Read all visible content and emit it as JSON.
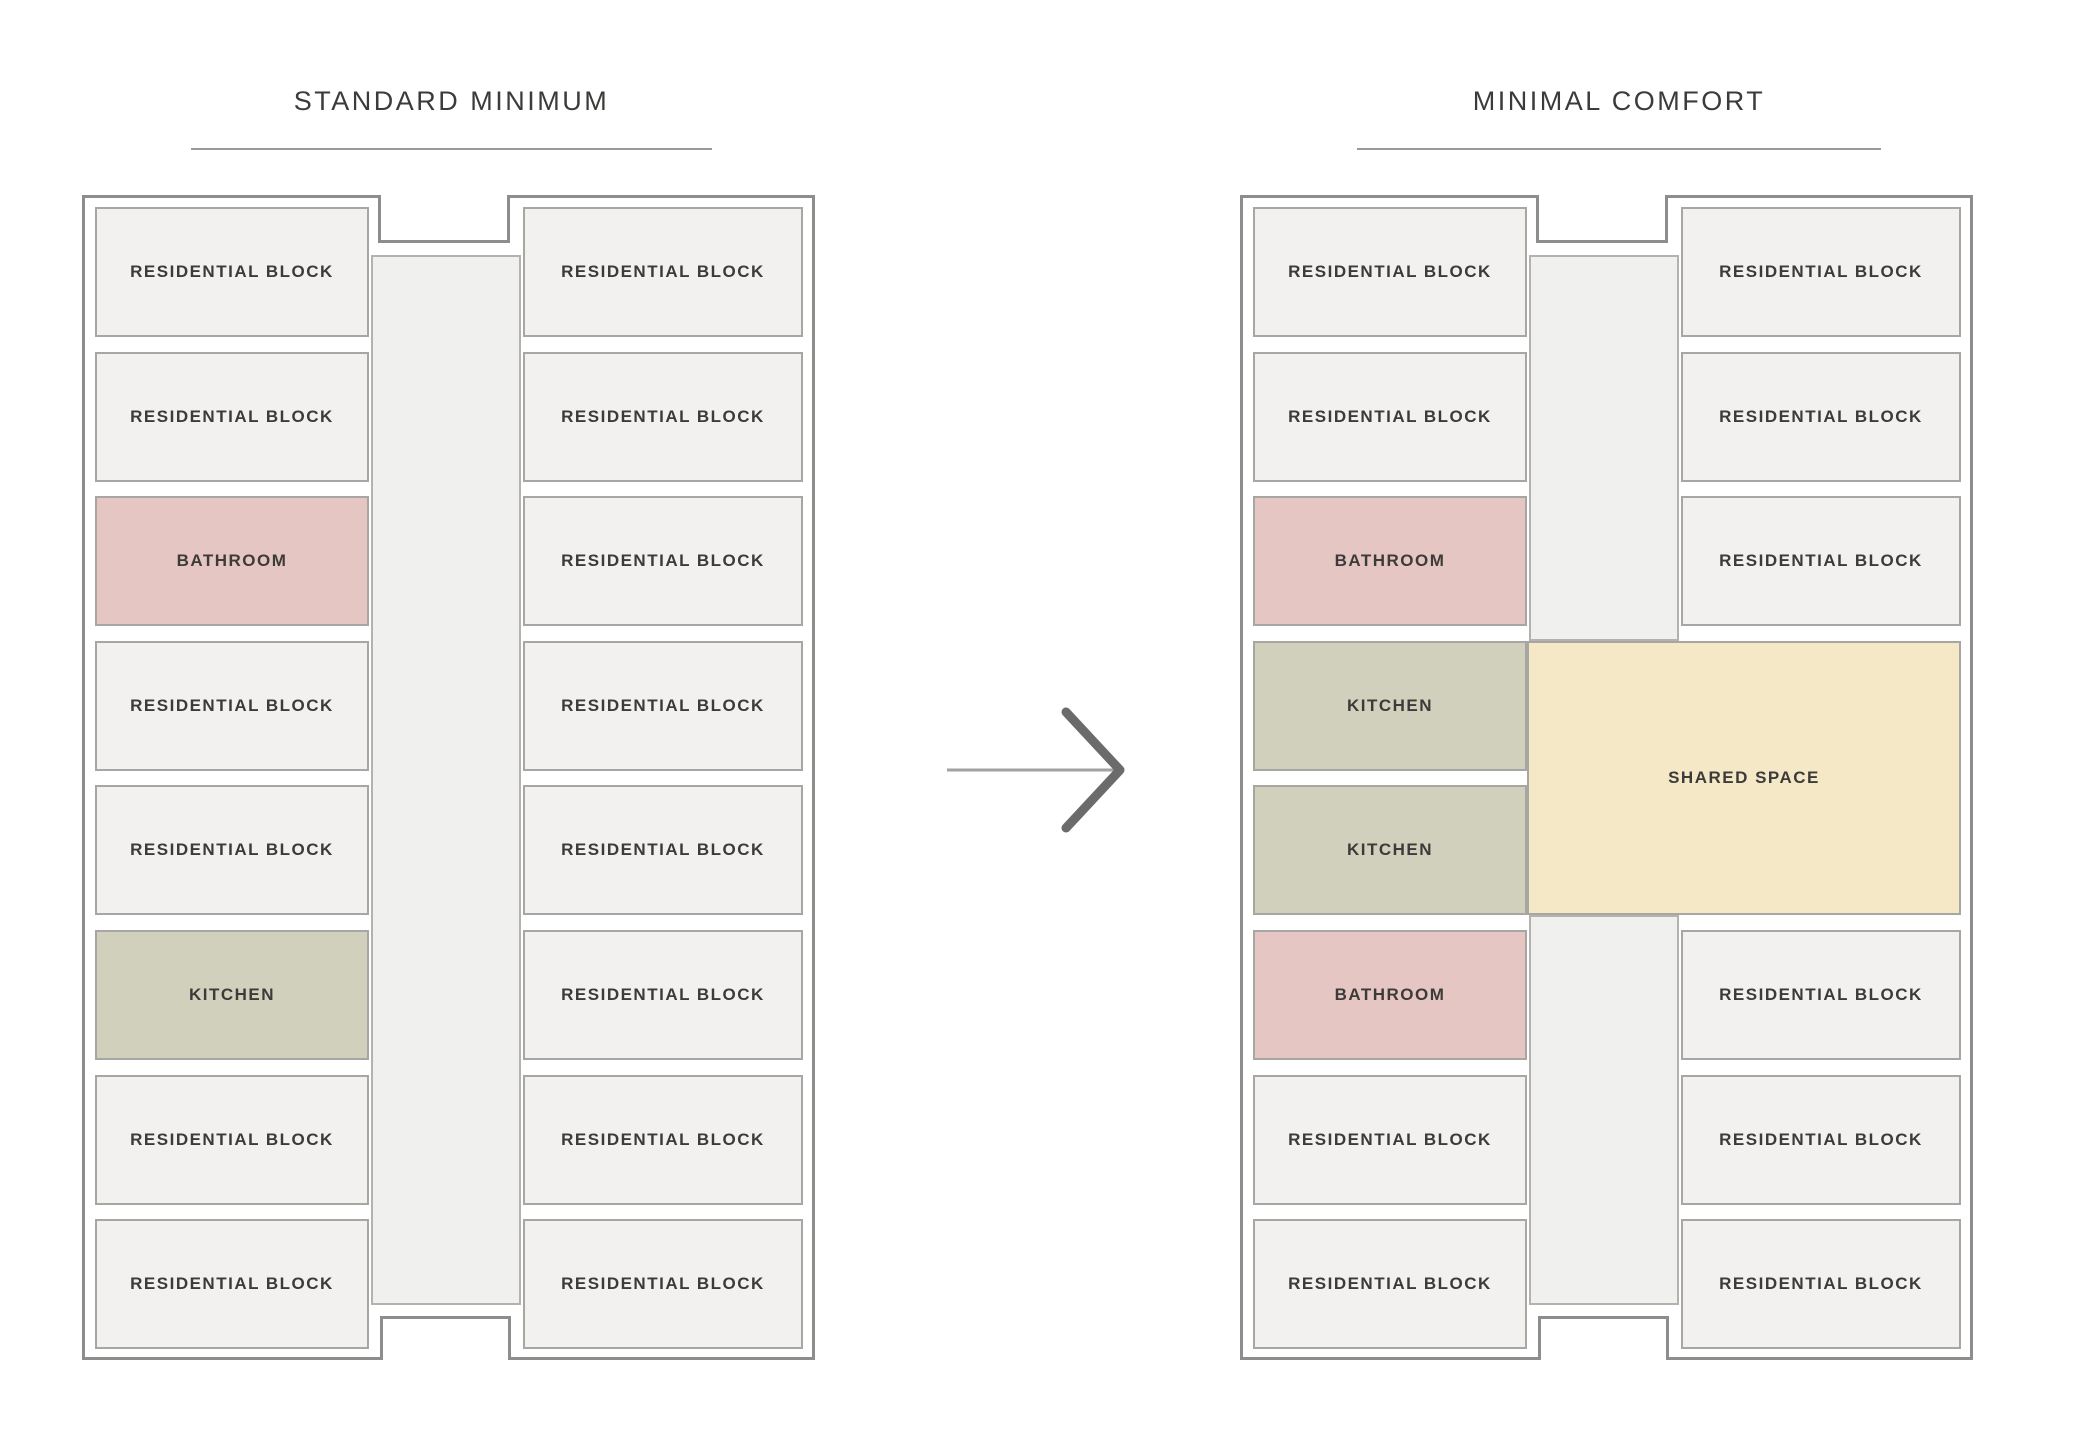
{
  "plans": [
    {
      "name": "standard-minimum",
      "title": "STANDARD MINIMUM",
      "left_rooms": [
        "residential",
        "residential",
        "bathroom",
        "residential",
        "residential",
        "kitchen",
        "residential",
        "residential"
      ],
      "right_rooms": [
        "residential",
        "residential",
        "residential",
        "residential",
        "residential",
        "residential",
        "residential",
        "residential"
      ],
      "shared_space": false
    },
    {
      "name": "minimal-comfort",
      "title": "MINIMAL COMFORT",
      "left_rooms": [
        "residential",
        "residential",
        "bathroom",
        "kitchen",
        "kitchen",
        "bathroom",
        "residential",
        "residential"
      ],
      "right_rooms": [
        "residential",
        "residential",
        "residential",
        null,
        null,
        "residential",
        "residential",
        "residential"
      ],
      "shared_space": true
    }
  ],
  "labels": {
    "residential": "RESIDENTIAL BLOCK",
    "bathroom": "BATHROOM",
    "kitchen": "KITCHEN",
    "shared": "SHARED SPACE"
  },
  "colors": {
    "residential": "#f2f1ef",
    "bathroom": "#e5c6c3",
    "kitchen": "#d1d0bd",
    "shared": "#f4e8c7",
    "corridor": "#f0f0ee",
    "wall": "#8d8d8b",
    "room_border": "#a7a6a2",
    "text": "#3c3b39",
    "title_underline": "#9b9a98",
    "arrow_line": "#a2a2a2",
    "arrow_chevron": "#6b6b6b"
  }
}
